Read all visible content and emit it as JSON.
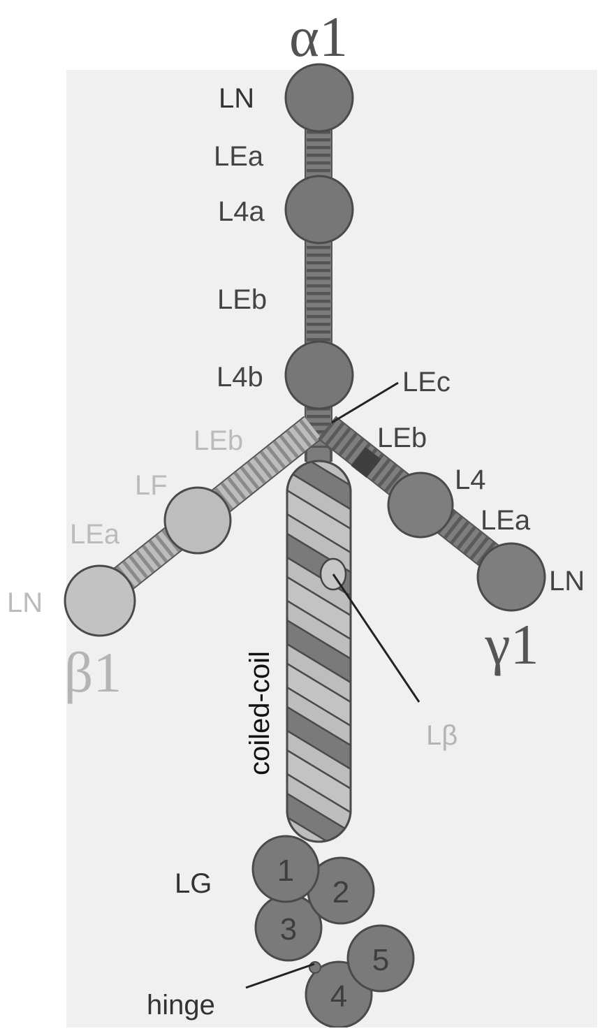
{
  "colors": {
    "background": "#ffffff",
    "panel": "#efefef",
    "alpha_chain": "#757575",
    "beta_chain": "#b7b7b7",
    "gamma_chain": "#7a7a7a",
    "outline": "#4a4a4a",
    "alpha_text": "#4e4e4e",
    "beta_text": "#b4b4b4",
    "gamma_text": "#555555"
  },
  "chains": {
    "alpha": {
      "name": "α1",
      "domains": {
        "ln": "LN",
        "lea": "LEa",
        "l4a": "L4a",
        "leb": "LEb",
        "l4b": "L4b",
        "lec": "LEc"
      }
    },
    "beta": {
      "name": "β1",
      "domains": {
        "leb": "LEb",
        "lf": "LF",
        "lea": "LEa",
        "ln": "LN"
      }
    },
    "gamma": {
      "name": "γ1",
      "domains": {
        "leb": "LEb",
        "l4": "L4",
        "lea": "LEa",
        "ln": "LN"
      }
    }
  },
  "coiled_coil": {
    "label": "coiled-coil",
    "lbeta": "Lβ"
  },
  "lg": {
    "label": "LG",
    "modules": [
      "1",
      "2",
      "3",
      "4",
      "5"
    ],
    "hinge": "hinge"
  }
}
